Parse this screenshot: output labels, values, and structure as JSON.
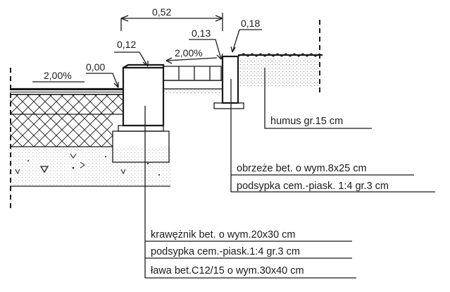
{
  "dimensions": {
    "overall_width": "0,52",
    "curb_height": "0,12",
    "edging_height": "0,13",
    "edging_top": "0,18",
    "road_edge": "0,00"
  },
  "slopes": {
    "road": "2,00%",
    "sidewalk": "2,00%"
  },
  "labels": {
    "humus": "humus gr.15 cm",
    "obrzeze": "obrzeże bet. o wym.8x25 cm",
    "podsypka_obrzeze": "podsypka cem.-piask. 1:4 gr.3 cm",
    "kraweznik": "krawężnik bet. o wym.20x30 cm",
    "podsypka_kraweznik": "podsypka cem.-piask.1:4 gr.3 cm",
    "lawa": "ława bet.C12/15 o wym.30x40 cm"
  }
}
